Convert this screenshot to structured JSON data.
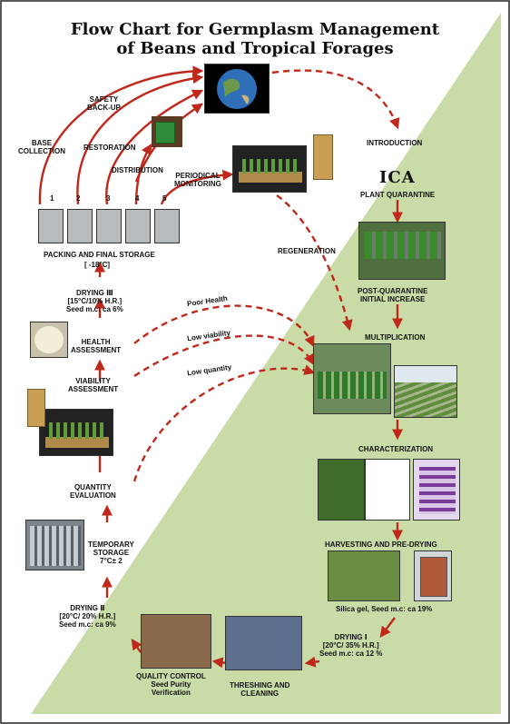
{
  "title": {
    "line1": "Flow Chart for Germplasm Management",
    "line2": "of Beans and Tropical Forages"
  },
  "labels": {
    "safety_backup": "SAFETY\nBACK-UP",
    "base_collection": "BASE\nCOLLECTION",
    "restoration": "RESTORATION",
    "distribution": "DISTRIBUTION",
    "periodical_monitoring": "PERIODICAL\nMONITORING",
    "introduction": "INTRODUCTION",
    "ica_logo": "ICA",
    "plant_quarantine": "PLANT QUARANTINE",
    "regeneration": "REGENERATION",
    "post_quarantine": "POST-QUARANTINE\nINITIAL INCREASE",
    "multiplication": "MULTIPLICATION",
    "characterization": "CHARACTERIZATION",
    "harvesting": "HARVESTING AND PRE-DRYING",
    "silica_gel": "Silica gel, Seed m.c: ca 19%",
    "drying_1": "DRYING Ⅰ\n[20°C/ 35% H.R.]\nSeed m.c: ca 12 %",
    "threshing": "THRESHING AND\nCLEANING",
    "quality_control": "QUALITY CONTROL\nSeed Purity\nVerification",
    "drying_2": "DRYING Ⅱ\n[20°C/ 20% H.R.]\nSeed m.c: ca 9%",
    "temporary_storage": "TEMPORARY\nSTORAGE\n7°C± 2",
    "quantity_evaluation": "QUANTITY\nEVALUATION",
    "viability_assessment": "VIABILITY\nASSESSMENT",
    "health_assessment": "HEALTH\nASSESSMENT",
    "drying_3": "DRYING Ⅲ\n[15°C/10% H.R.]\nSeed m.c: ca 6%",
    "packing": "PACKING AND FINAL STORAGE",
    "packing_temp": "[ -18°C]",
    "poor_health": "Poor Health",
    "low_viability": "Low viability",
    "low_quantity": "Low quantity",
    "num1": "1",
    "num2": "2",
    "num3": "3",
    "num4": "4",
    "num5": "5"
  },
  "colors": {
    "triangle": "#c9dba6",
    "solid_arrow": "#c0281c",
    "dashed_arrow": "#c0281c"
  }
}
